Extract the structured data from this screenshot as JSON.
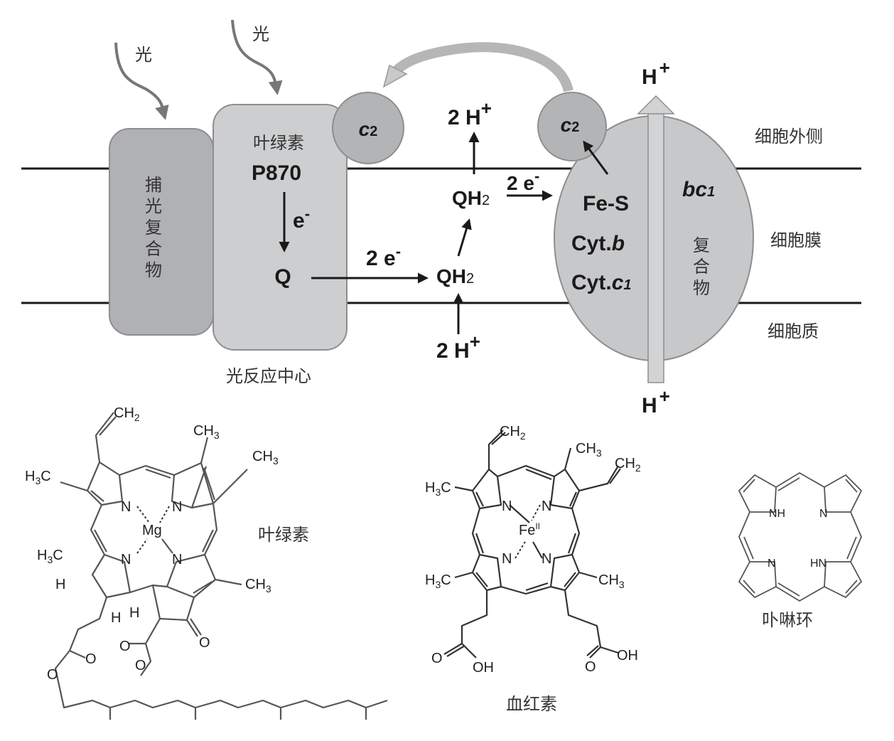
{
  "diagram": {
    "light_label_1": "光",
    "light_label_2": "光",
    "light_harvesting_complex": [
      "捕",
      "光",
      "复",
      "合",
      "物"
    ],
    "reaction_center": {
      "pigment_label": "叶绿素",
      "pigment_name": "P870",
      "electron_label": "e",
      "electron_charge": "-",
      "quinone": "Q",
      "caption": "光反应中心"
    },
    "cytochrome_c2_left": {
      "letter": "c",
      "subscript": "2"
    },
    "cytochrome_c2_right": {
      "letter": "c",
      "subscript": "2"
    },
    "transfer_2e_lower": {
      "count": "2 e",
      "charge": "-"
    },
    "transfer_2e_upper": {
      "count": "2 e",
      "charge": "-"
    },
    "qh2_lower": {
      "base": "QH",
      "subscript": "2"
    },
    "qh2_upper": {
      "base": "QH",
      "subscript": "2"
    },
    "protons_out_qh2": {
      "text": "2 H",
      "charge": "+"
    },
    "protons_in_qh2": {
      "text": "2 H",
      "charge": "+"
    },
    "bc1_complex": {
      "name_prefix": "bc",
      "name_subscript": "1",
      "components": [
        "Fe-S",
        "Cyt.",
        "Cyt."
      ],
      "cyt_b_suffix": "b",
      "cyt_c1_suffix": "c",
      "cyt_c1_subscript": "1",
      "complex_label": [
        "复",
        "合",
        "物"
      ],
      "proton_top": {
        "text": "H",
        "charge": "+"
      },
      "proton_bottom": {
        "text": "H",
        "charge": "+"
      }
    },
    "region_labels": {
      "outside": "细胞外侧",
      "membrane": "细胞膜",
      "cytoplasm": "细胞质"
    }
  },
  "molecules": {
    "chlorophyll": {
      "caption": "叶绿素",
      "metal": "Mg",
      "labels": {
        "vinyl": "CH",
        "vinyl_sub": "2",
        "methyl_top": "CH",
        "methyl_top_sub": "3",
        "ethyl": "CH",
        "ethyl_sub": "3",
        "methyl_left": "H",
        "methyl_left_sub": "3",
        "methyl_left_c": "C",
        "methyl_lower_left": "H",
        "methyl_lower_left_sub": "3",
        "methyl_lower_left_c": "C",
        "methyl_right": "CH",
        "methyl_right_sub": "3",
        "h_1": "H",
        "h_2": "H",
        "h_3": "H",
        "oxygen": "O",
        "nitrogen": "N"
      }
    },
    "heme": {
      "caption": "血红素",
      "metal": "Fe",
      "metal_oxidation": "II",
      "labels": {
        "ch2": "CH",
        "ch2_sub": "2",
        "ch3": "CH",
        "ch3_sub": "3",
        "h3c_h": "H",
        "h3c_sub": "3",
        "h3c_c": "C",
        "oh": "OH",
        "oxygen": "O",
        "nitrogen": "N"
      }
    },
    "porphyrin": {
      "caption": "卟啉环",
      "labels": {
        "nh": "NH",
        "hn": "HN",
        "nitrogen": "N"
      }
    }
  }
}
